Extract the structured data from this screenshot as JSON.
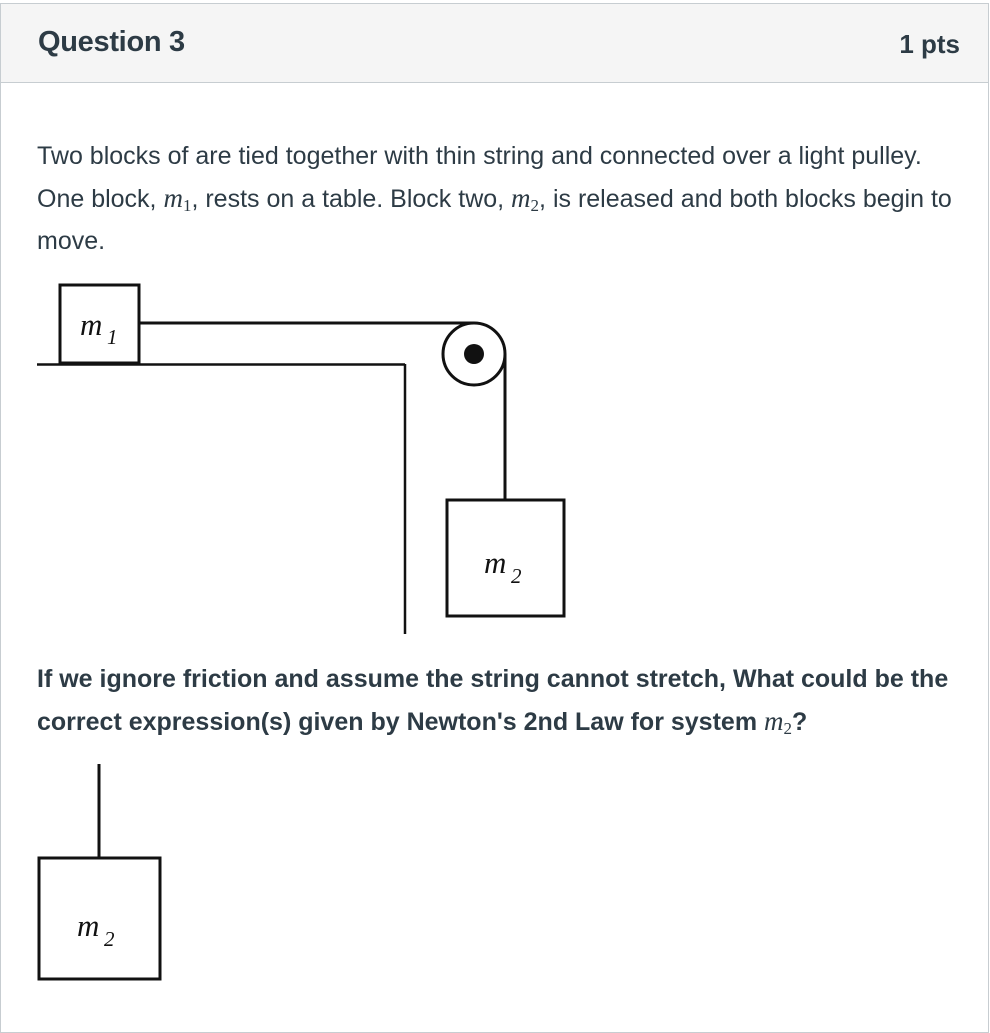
{
  "question": {
    "title": "Question 3",
    "points": "1 pts"
  },
  "body": {
    "intro_1": "Two blocks of are tied together with thin string and connected over a light pulley. One block, ",
    "m1_symbol": "m",
    "m1_subscript": "1",
    "intro_2": ", rests on a table. Block two, ",
    "m2_symbol": "m",
    "m2_subscript": "2",
    "intro_3": ", is released and both blocks begin to move."
  },
  "diagram_main": {
    "block1_label": "m",
    "block1_subscript": "1",
    "block2_label": "m",
    "block2_subscript": "2"
  },
  "prompt": {
    "text": "If we ignore friction and assume the string cannot stretch, What could be the correct expression(s) given by Newton's 2nd Law for system ",
    "symbol": "m",
    "subscript": "2",
    "end": "?"
  },
  "diagram_fbd": {
    "block_label": "m",
    "block_subscript": "2"
  }
}
